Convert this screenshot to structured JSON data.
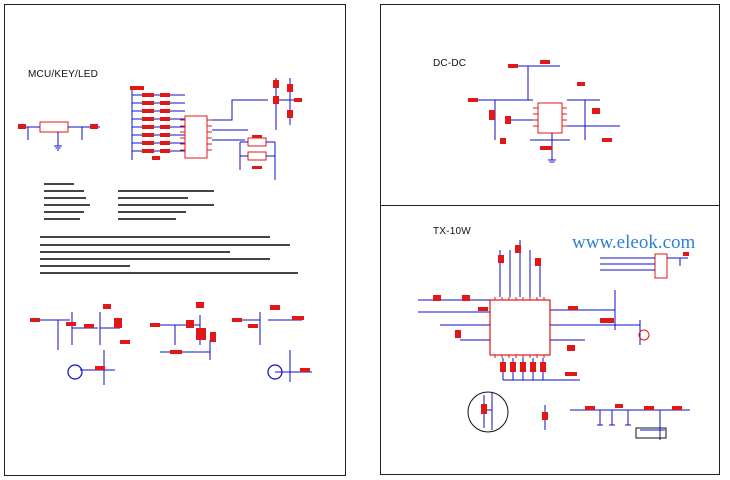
{
  "sheets": {
    "left": {
      "title": "MCU/KEY/LED"
    },
    "right_top": {
      "title": "DC-DC"
    },
    "right_bottom": {
      "title": "TX-10W"
    }
  },
  "watermark": "www.eleok.com",
  "colors": {
    "wire": "#1010c8",
    "component": "#e01818",
    "border": "#222222",
    "watermark": "#2f7fd8"
  }
}
